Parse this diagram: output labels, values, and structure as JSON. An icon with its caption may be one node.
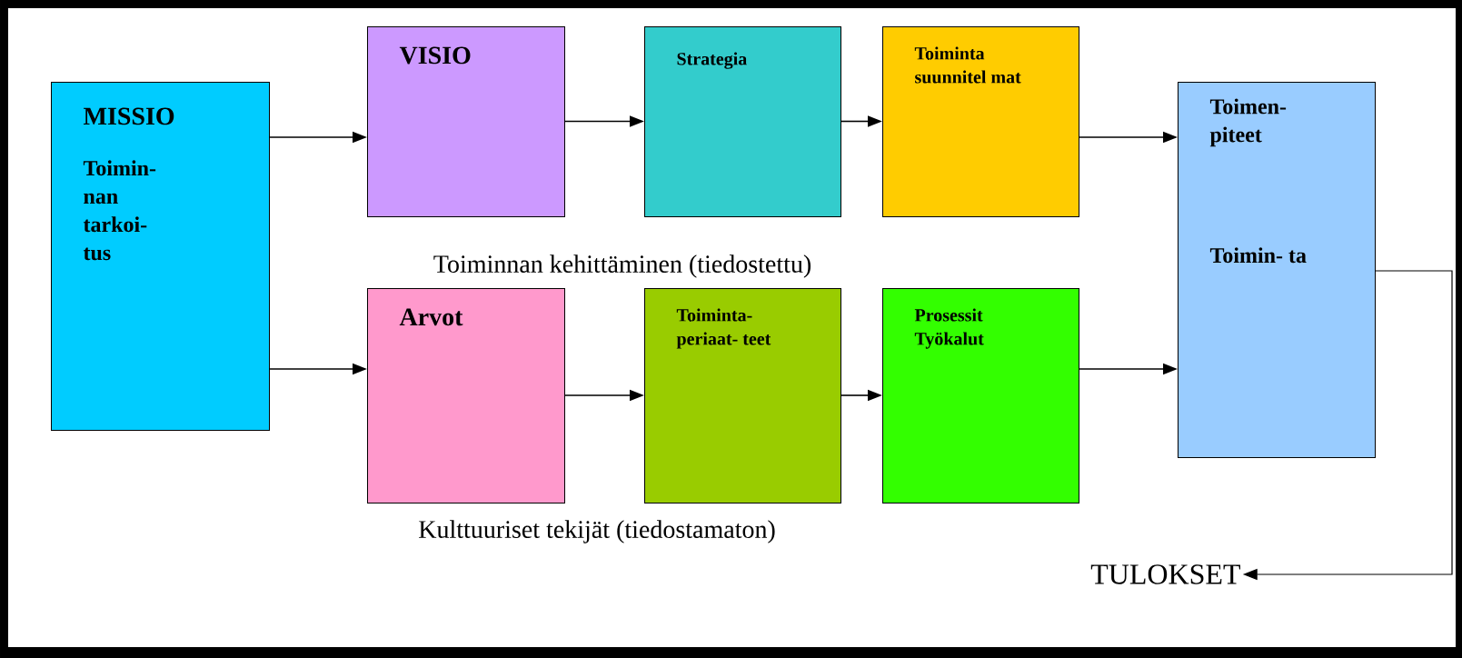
{
  "diagram": {
    "nodes": [
      {
        "text": [
          "MISSIO",
          "Toimin- nan tarkoi- tus"
        ]
      },
      {
        "text": [
          "VISIO"
        ]
      },
      {
        "text": [
          "Strategia"
        ]
      },
      {
        "text": [
          "Toiminta suunnitel mat"
        ]
      },
      {
        "text": [
          "Toimen- piteet",
          "Toimin- ta"
        ]
      },
      {
        "text": [
          "Arvot"
        ]
      },
      {
        "text": [
          "Toiminta- periaat- teet"
        ]
      },
      {
        "text": [
          "Prosessit Työkalut"
        ]
      },
      {
        "text": [
          "TULOKSET"
        ]
      }
    ],
    "edges": [
      {
        "from": 0,
        "to": 1,
        "arrow": "to"
      },
      {
        "from": 1,
        "to": 2,
        "arrow": "to"
      },
      {
        "from": 2,
        "to": 3,
        "arrow": "to"
      },
      {
        "from": 3,
        "to": 4,
        "arrow": "to"
      },
      {
        "from": 0,
        "to": 5,
        "arrow": "to"
      },
      {
        "from": 5,
        "to": 6,
        "arrow": "to"
      },
      {
        "from": 6,
        "to": 7,
        "arrow": "to"
      },
      {
        "from": 7,
        "to": 4,
        "arrow": "to"
      },
      {
        "from": 4,
        "to": 8,
        "arrow": "to"
      }
    ],
    "labels": [
      "Toiminnan kehittäminen (tiedostettu)",
      "Kulttuuriset tekijät (tiedostamaton)"
    ]
  }
}
